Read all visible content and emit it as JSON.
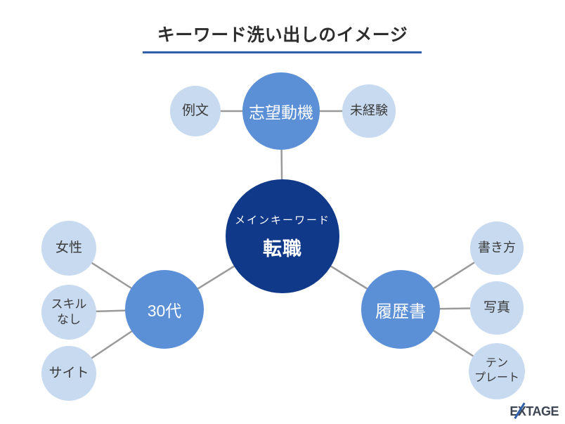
{
  "title": "キーワード洗い出しのイメージ",
  "mind_map": {
    "center": {
      "tag": "メインキーワード",
      "keyword": "転職"
    },
    "branches": [
      {
        "keyword": "志望動機",
        "children": [
          "例文",
          "未経験"
        ]
      },
      {
        "keyword": "30代",
        "children": [
          "女性",
          "スキル\nなし",
          "サイト"
        ]
      },
      {
        "keyword": "履歴書",
        "children": [
          "書き方",
          "写真",
          "テン\nプレート"
        ]
      }
    ]
  },
  "logo": {
    "text": "EXTAGE"
  },
  "colors": {
    "center_fill": "#11398a",
    "branch_fill": "#5b8fd6",
    "leaf_fill": "#c7daf0",
    "connector_line": "#9a9a9a",
    "title_underline": "#2e5fa8",
    "title_text": "#2d2d2d"
  }
}
